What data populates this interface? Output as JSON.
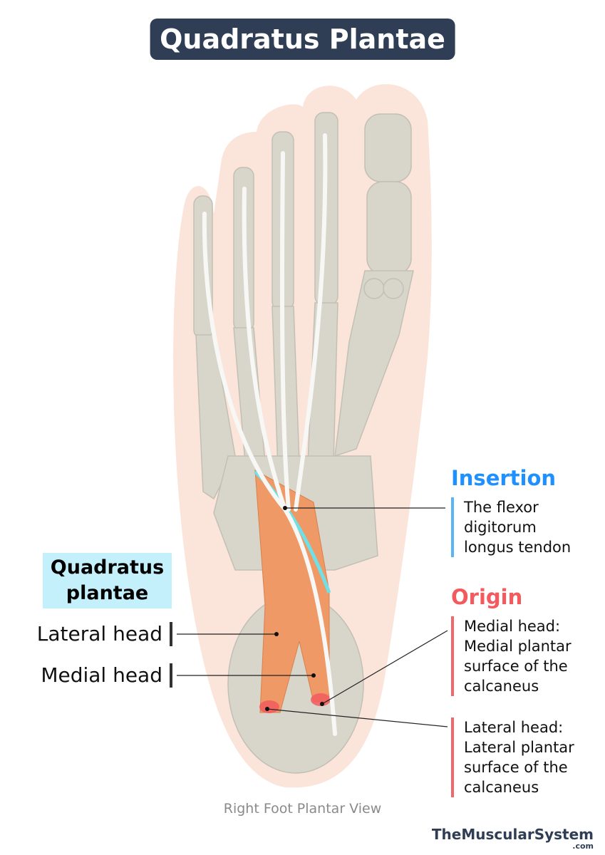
{
  "title": "Quadratus Plantae",
  "muscle_label": [
    "Quadratus",
    "plantae"
  ],
  "left_labels": {
    "lateral": "Lateral head",
    "medial": "Medial head"
  },
  "insertion": {
    "heading": "Insertion",
    "text": [
      "The flexor",
      "digitorum",
      "longus tendon"
    ],
    "color": "#1e90ff"
  },
  "origin": {
    "heading": "Origin",
    "medial": [
      "Medial head:",
      "Medial plantar",
      "surface of the",
      "calcaneus"
    ],
    "lateral": [
      "Lateral head:",
      "Lateral plantar",
      "surface of the",
      "calcaneus"
    ],
    "color": "#f25a5e"
  },
  "caption": "Right Foot Plantar View",
  "logo": {
    "name": "TheMuscularSystem",
    "suffix": ".com"
  },
  "colors": {
    "skin": "#fbe4d9",
    "bone": "#d8d6cb",
    "muscle": "#ee9966",
    "insertion_line": "#6fe0e8",
    "title_bg": "#2f3e55"
  }
}
